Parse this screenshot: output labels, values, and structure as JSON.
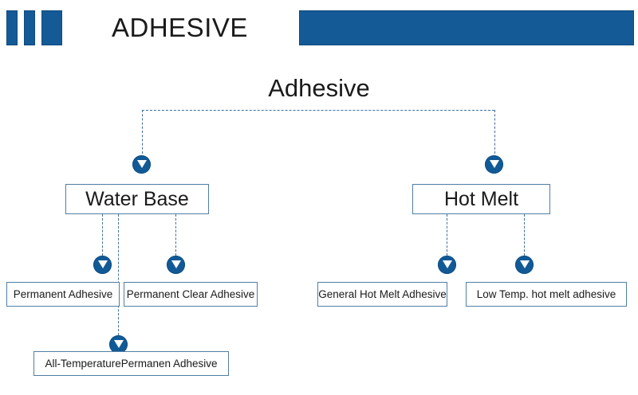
{
  "header": {
    "title": "ADHESIVE",
    "accent_color": "#145a96",
    "bars": [
      {
        "name": "logo-bar-1"
      },
      {
        "name": "logo-bar-2"
      },
      {
        "name": "logo-bar-3"
      }
    ],
    "right_banner_label": ""
  },
  "diagram": {
    "root": {
      "label": "Adhesive"
    },
    "level1": [
      {
        "id": "water-base",
        "label": "Water Base"
      },
      {
        "id": "hot-melt",
        "label": "Hot Melt"
      }
    ],
    "level2": [
      {
        "id": "permanent-adhesive",
        "label": "Permanent Adhesive",
        "parent": "water-base"
      },
      {
        "id": "permanent-clear-adhesive",
        "label": "Permanent Clear Adhesive",
        "parent": "water-base"
      },
      {
        "id": "general-hot-melt-adhesive",
        "label": "General Hot Melt Adhesive",
        "parent": "hot-melt"
      },
      {
        "id": "low-temp-hot-melt-adhesive",
        "label": "Low Temp. hot melt adhesive",
        "parent": "hot-melt"
      }
    ],
    "level3": [
      {
        "id": "all-temperature-permanen-adhesive",
        "label": "All-TemperaturePermanen Adhesive",
        "parent": "water-base"
      }
    ],
    "colors": {
      "box_border": "#4f7fa6",
      "connector": "#3f6f9f",
      "marker_fill": "#125a96",
      "marker_arrow": "#ffffff",
      "text": "#1a1a1a"
    },
    "connector_style": "dashed",
    "marker_icon": "down-triangle-in-circle"
  }
}
